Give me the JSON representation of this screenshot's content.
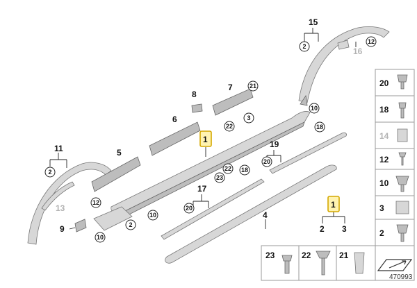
{
  "diagram": {
    "doc_number": "470993",
    "main_parts": {
      "p1": "1",
      "p2": "2",
      "p3": "3",
      "p4": "4",
      "p5": "5",
      "p6": "6",
      "p7": "7",
      "p8": "8",
      "p9": "9",
      "p11": "11",
      "p13": "13",
      "p15": "15",
      "p16": "16",
      "p17": "17",
      "p19": "19"
    },
    "callouts": {
      "c2": "2",
      "c3": "3",
      "c10": "10",
      "c12": "12",
      "c18": "18",
      "c20": "20",
      "c21": "21",
      "c22": "22",
      "c23": "23"
    },
    "highlight_box_label": "1",
    "legend_sub_left": "2",
    "legend_sub_right": "3",
    "side_panel": [
      "20",
      "18",
      "14",
      "12",
      "10",
      "3",
      "2"
    ],
    "bottom_panel": [
      "23",
      "22",
      "21"
    ]
  }
}
